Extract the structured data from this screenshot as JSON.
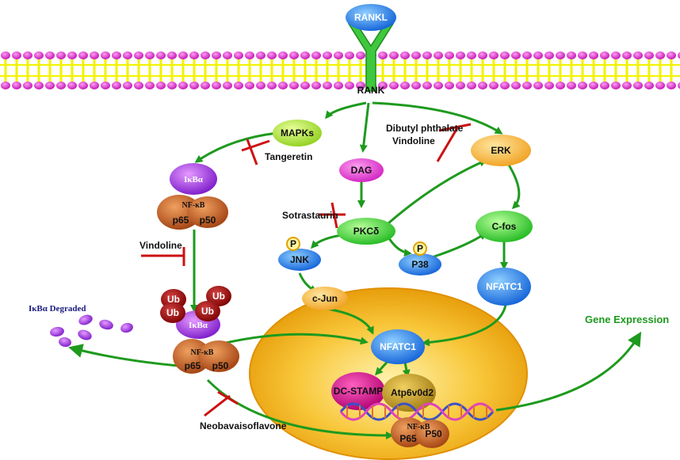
{
  "labels": {
    "rankl": "RANKL",
    "rank": "RANK",
    "mapks": "MAPKs",
    "dag": "DAG",
    "erk": "ERK",
    "pkc": "PKCδ",
    "jnk": "JNK",
    "p38": "P38",
    "cfos": "C-fos",
    "cjun": "c-Jun",
    "nfatc1_cyto": "NFATC1",
    "nfatc1_nuc": "NFATC1",
    "ikba_top": "IκBα",
    "nfkb_top": "NF-κB",
    "p65_top": "p65",
    "p50_top": "p50",
    "ikba_bottom": "IκBα",
    "nfkb_bottom": "NF-κB",
    "p65_bottom": "p65",
    "p50_bottom": "p50",
    "nfkb_nuc": "NF-κB",
    "p65_nuc": "P65",
    "p50_nuc": "P50",
    "dcstamp": "DC-STAMP",
    "atp6v0d2": "Atp6v0d2",
    "ub": "Ub",
    "phospho": "P",
    "ikba_degraded": "IκBα Degraded",
    "gene_expression": "Gene Expression"
  },
  "inhibitors": {
    "tangeretin": "Tangeretin",
    "dibutyl": "Dibutyl phthalate",
    "vindoline_erk": "Vindoline",
    "sotrastaurin": "Sotrastaurin",
    "vindoline_nfkb": "Vindoline",
    "neobavaisoflavone": "Neobavaisoflavone"
  },
  "colors": {
    "membrane_head": "#e020c8",
    "membrane_tail": "#f2f200",
    "arrow": "#1e9a1e",
    "inhibit": "#cc1111",
    "nucleus": "#f5a900",
    "gene_expression": "#1e9a1e"
  }
}
